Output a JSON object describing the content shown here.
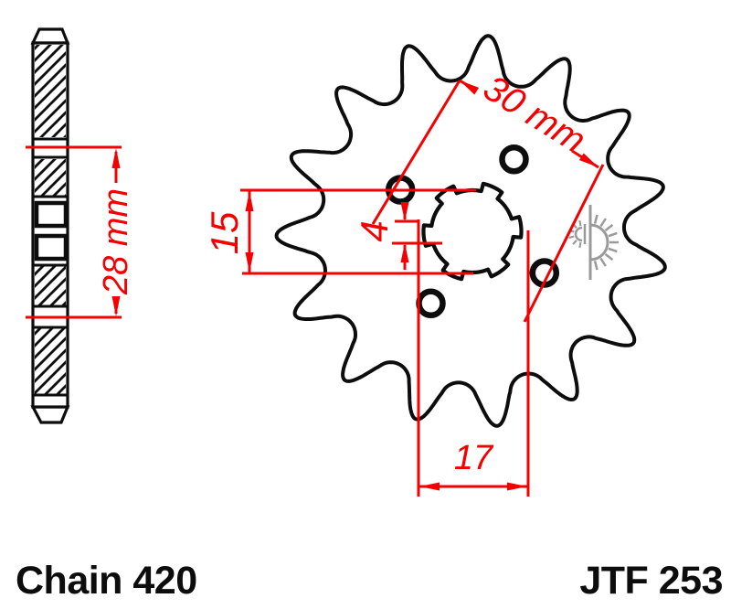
{
  "drawing": {
    "labels": {
      "chain": "Chain 420",
      "part_number": "JTF 253"
    },
    "dimensions": {
      "bolt_circle": "30 mm",
      "bore_width": "15",
      "spline_slot": "4",
      "bore_diameter": "17",
      "hub_width": "28 mm"
    },
    "geometry": {
      "teeth": 15,
      "bolt_holes": 4,
      "spline_notches": 6
    },
    "colors": {
      "dimension_red": "#f40000",
      "outline_black": "#0d0d0d",
      "logo_gray": "#9a9a9a",
      "background": "#ffffff"
    }
  }
}
